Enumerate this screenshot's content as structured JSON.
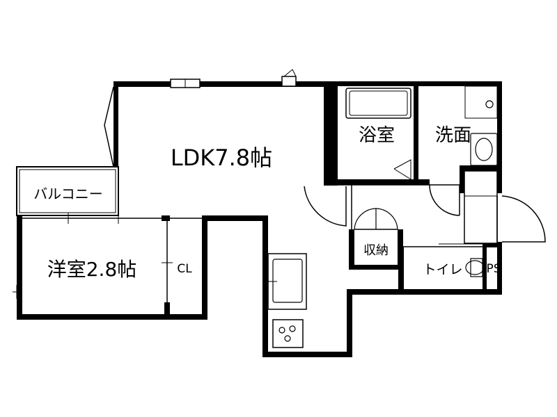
{
  "plan": {
    "rooms": {
      "ldk": "LDK7.8帖",
      "western_room": "洋室2.8帖",
      "bathroom": "浴室",
      "washroom": "洗面",
      "balcony": "バルコニー",
      "storage": "収納",
      "toilet": "トイレ",
      "closet": "CL",
      "pipe_space": "PS"
    }
  }
}
